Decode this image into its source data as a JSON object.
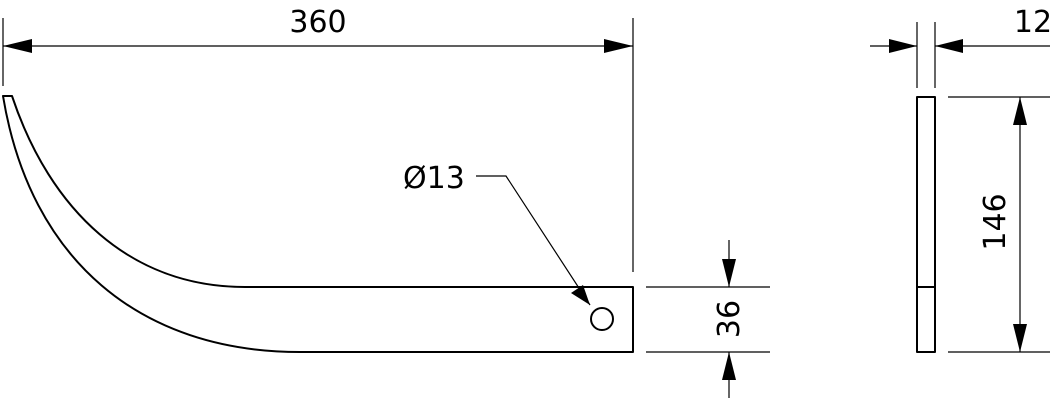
{
  "dimensions": {
    "overall_length": "360",
    "hole_diameter": "Ø13",
    "bar_width": "36",
    "thickness": "12",
    "height": "146"
  }
}
